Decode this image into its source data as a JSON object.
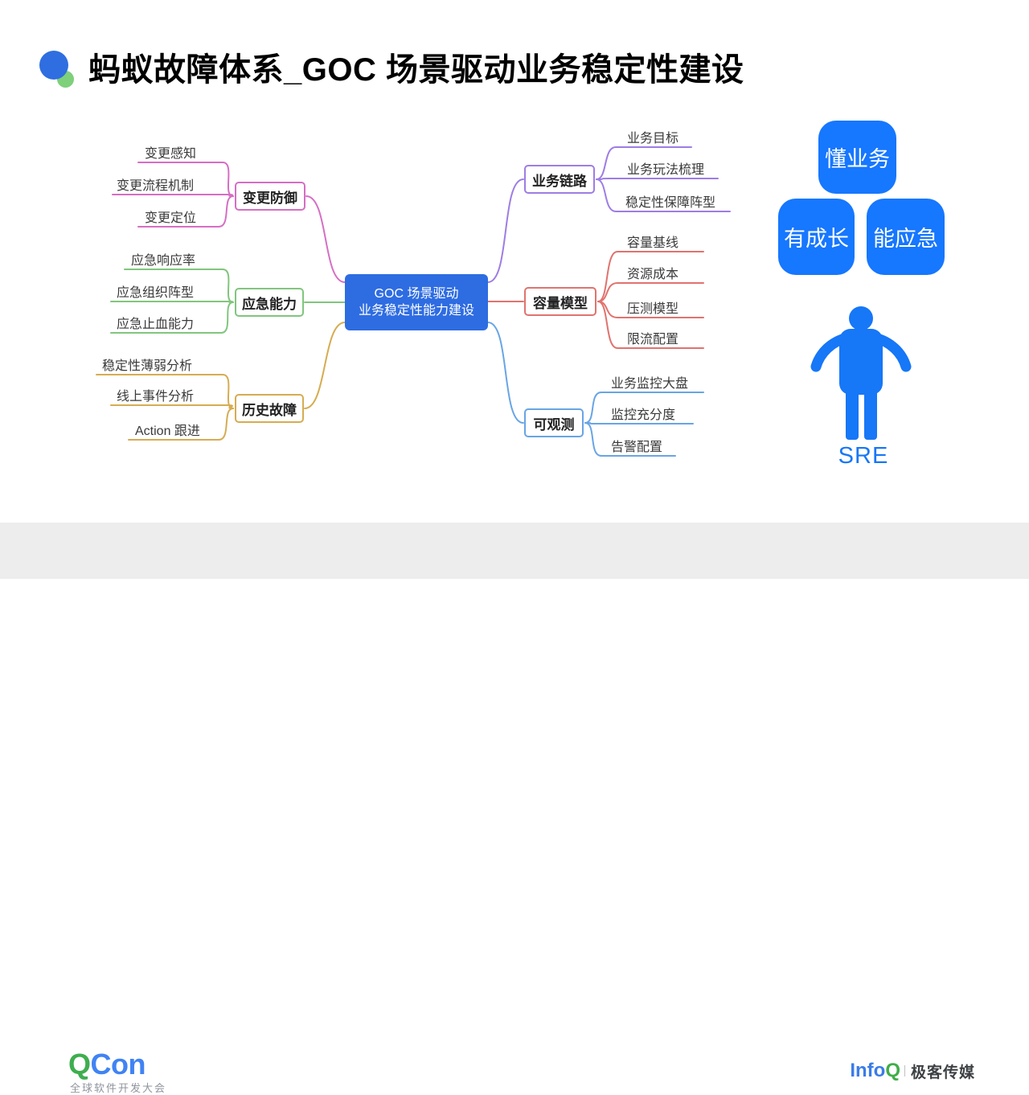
{
  "slide": {
    "title": "蚂蚁故障体系_GOC 场景驱动业务稳定性建设"
  },
  "mindmap": {
    "root": {
      "line1": "GOC 场景驱动",
      "line2": "业务稳定性能力建设",
      "color": "#2e6ce2"
    },
    "branches": [
      {
        "id": "change-defense",
        "label": "变更防御",
        "color": "#d66ec4",
        "side": "left",
        "children": [
          "变更感知",
          "变更流程机制",
          "变更定位"
        ]
      },
      {
        "id": "emergency-capability",
        "label": "应急能力",
        "color": "#82c57e",
        "side": "left",
        "children": [
          "应急响应率",
          "应急组织阵型",
          "应急止血能力"
        ]
      },
      {
        "id": "historical-faults",
        "label": "历史故障",
        "color": "#d6ac52",
        "side": "left",
        "children": [
          "稳定性薄弱分析",
          "线上事件分析",
          "Action 跟进"
        ]
      },
      {
        "id": "business-link",
        "label": "业务链路",
        "color": "#9d7de4",
        "side": "right",
        "children": [
          "业务目标",
          "业务玩法梳理",
          "稳定性保障阵型"
        ]
      },
      {
        "id": "capacity-model",
        "label": "容量模型",
        "color": "#e0736e",
        "side": "right",
        "children": [
          "容量基线",
          "资源成本",
          "压测模型",
          "限流配置"
        ]
      },
      {
        "id": "observability",
        "label": "可观测",
        "color": "#68a5e5",
        "side": "right",
        "children": [
          "业务监控大盘",
          "监控充分度",
          "告警配置"
        ]
      }
    ]
  },
  "sre_panel": {
    "tags": [
      "懂业务",
      "有成长",
      "能应急"
    ],
    "tag_color": "#1677ff",
    "person_icon": "person-open-arms-icon",
    "person_color": "#1677f7",
    "label": "SRE"
  },
  "footer": {
    "qcon": {
      "q": "Q",
      "con": "Con",
      "subtitle": "全球软件开发大会"
    },
    "infoq": {
      "info": "Info",
      "q": "Q",
      "media": "极客传媒"
    }
  }
}
